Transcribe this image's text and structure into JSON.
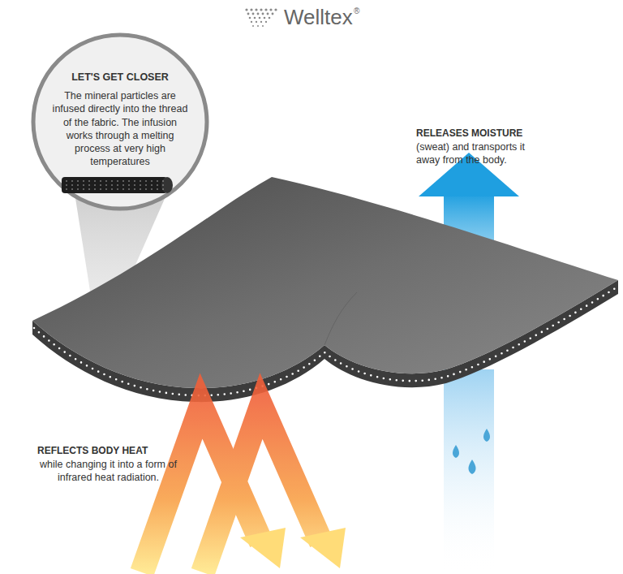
{
  "diagram": {
    "title": "Welltex",
    "nodes": [
      {
        "text": [
          "LET'S GET CLOSER",
          "The mineral particles are infused directly into the thread of the fabric. The infusion works through a melting process at very high temperatures"
        ]
      }
    ],
    "labels": [
      "®",
      "RELEASES MOISTURE",
      "(sweat) and transports it away from the body.",
      "REFLECTS BODY HEAT",
      "while changing it into a form of infrared heat radiation."
    ]
  }
}
